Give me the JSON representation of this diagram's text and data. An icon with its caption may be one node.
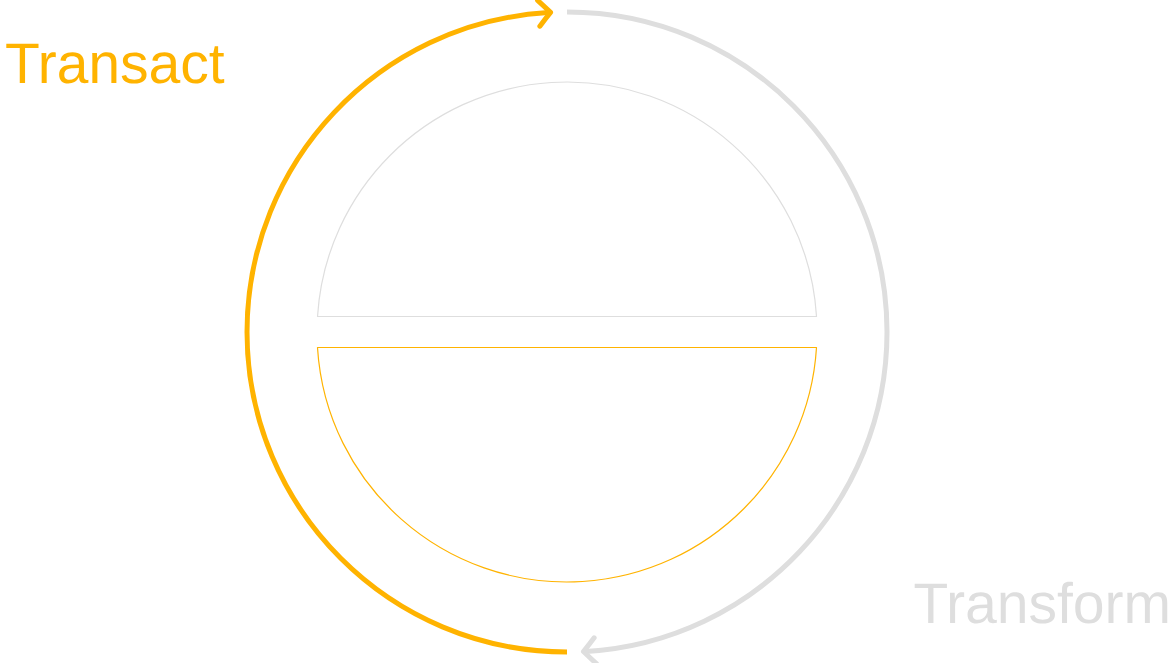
{
  "diagram": {
    "nodes": [
      {
        "text": [],
        "shape": "semicircle"
      },
      {
        "text": [],
        "shape": "semicircle"
      }
    ],
    "labels": [
      "Transact",
      "Transform"
    ]
  }
}
